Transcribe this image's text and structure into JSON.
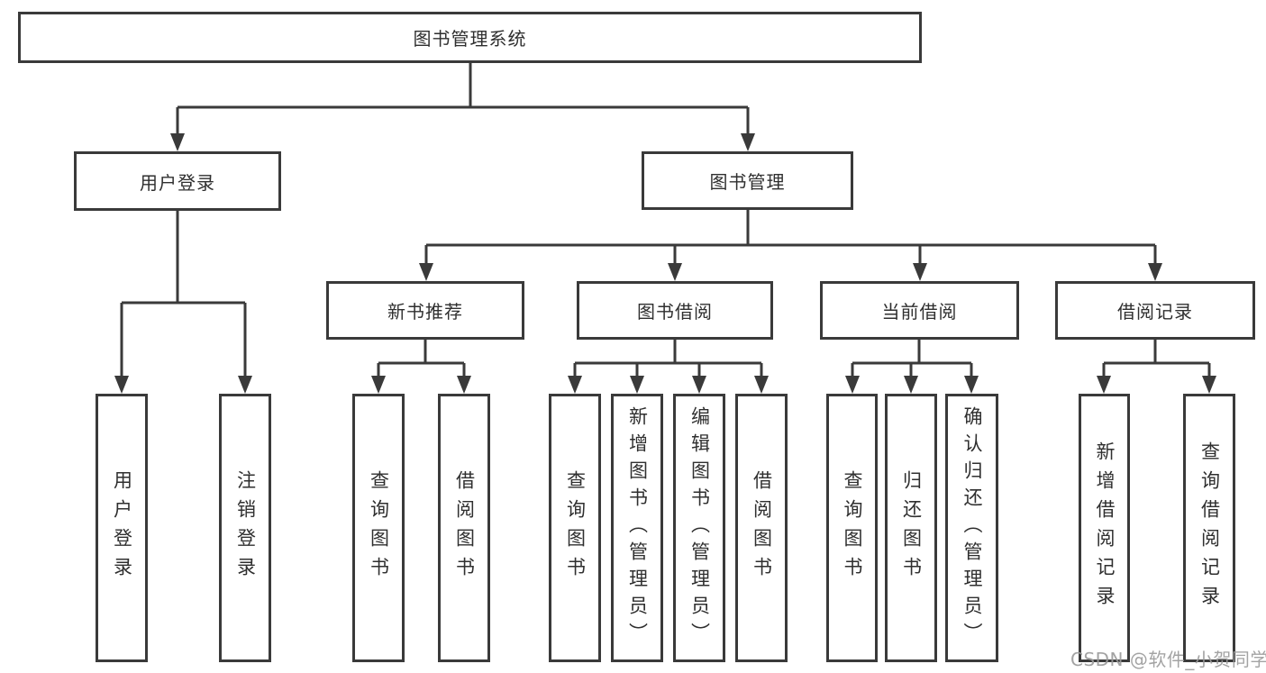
{
  "nodes": {
    "root": "图书管理系统",
    "user_login": "用户登录",
    "book_mgmt": "图书管理",
    "new_books": "新书推荐",
    "book_borrow": "图书借阅",
    "current_borrow": "当前借阅",
    "borrow_records": "借阅记录",
    "user_login_children": [
      "用户登录",
      "注销登录"
    ],
    "new_books_children": [
      "查询图书",
      "借阅图书"
    ],
    "book_borrow_children": [
      "查询图书",
      "新增图书（管理员）",
      "编辑图书（管理员）",
      "借阅图书"
    ],
    "current_borrow_children": [
      "查询图书",
      "归还图书",
      "确认归还（管理员）"
    ],
    "borrow_records_children": [
      "新增借阅记录",
      "查询借阅记录"
    ]
  },
  "watermark": "CSDN @软件_小贺同学",
  "colors": {
    "line": "#3a3a3a",
    "text": "#2f2f2f",
    "watermark": "#9b9b9b",
    "background": "#ffffff"
  }
}
